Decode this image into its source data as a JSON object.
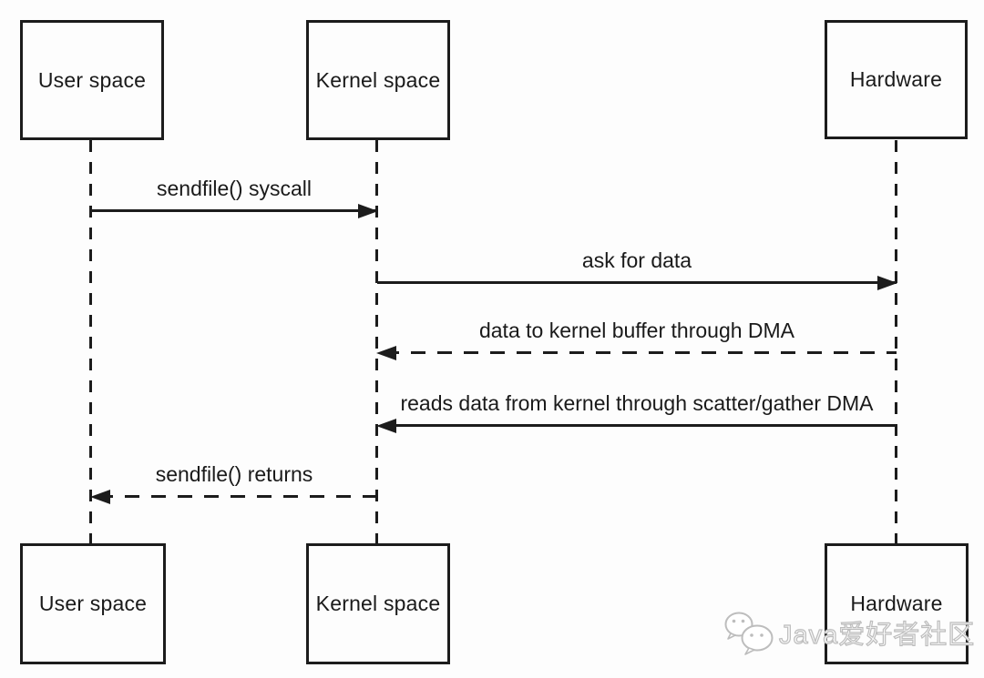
{
  "diagram": {
    "type": "sequence-diagram",
    "participants": [
      {
        "id": "user-space",
        "label": "User space"
      },
      {
        "id": "kernel-space",
        "label": "Kernel space"
      },
      {
        "id": "hardware",
        "label": "Hardware"
      }
    ],
    "messages": [
      {
        "label": "sendfile() syscall",
        "from": "user-space",
        "to": "kernel-space",
        "line": "solid",
        "direction": "right"
      },
      {
        "label": "ask for data",
        "from": "kernel-space",
        "to": "hardware",
        "line": "solid",
        "direction": "right"
      },
      {
        "label": "data to kernel buffer through DMA",
        "from": "hardware",
        "to": "kernel-space",
        "line": "dashed",
        "direction": "left"
      },
      {
        "label": "reads data from kernel through scatter/gather DMA",
        "from": "hardware",
        "to": "kernel-space",
        "line": "solid",
        "direction": "left"
      },
      {
        "label": "sendfile() returns",
        "from": "kernel-space",
        "to": "user-space",
        "line": "dashed",
        "direction": "left"
      }
    ],
    "watermark": {
      "text": "Java爱好者社区",
      "icon": "wechat-chat-bubbles"
    },
    "colors": {
      "line": "#1c1c1c",
      "background": "#fdfdfd",
      "watermark": "#bdbdbd"
    }
  }
}
